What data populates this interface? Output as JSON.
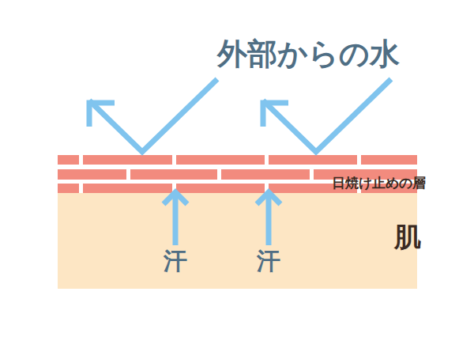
{
  "diagram": {
    "nodes": [
      {
        "text": [
          "日焼け止めの層"
        ]
      },
      {
        "text": [
          "肌"
        ]
      }
    ],
    "labels": [
      "外部からの水",
      "汗",
      "汗"
    ]
  }
}
